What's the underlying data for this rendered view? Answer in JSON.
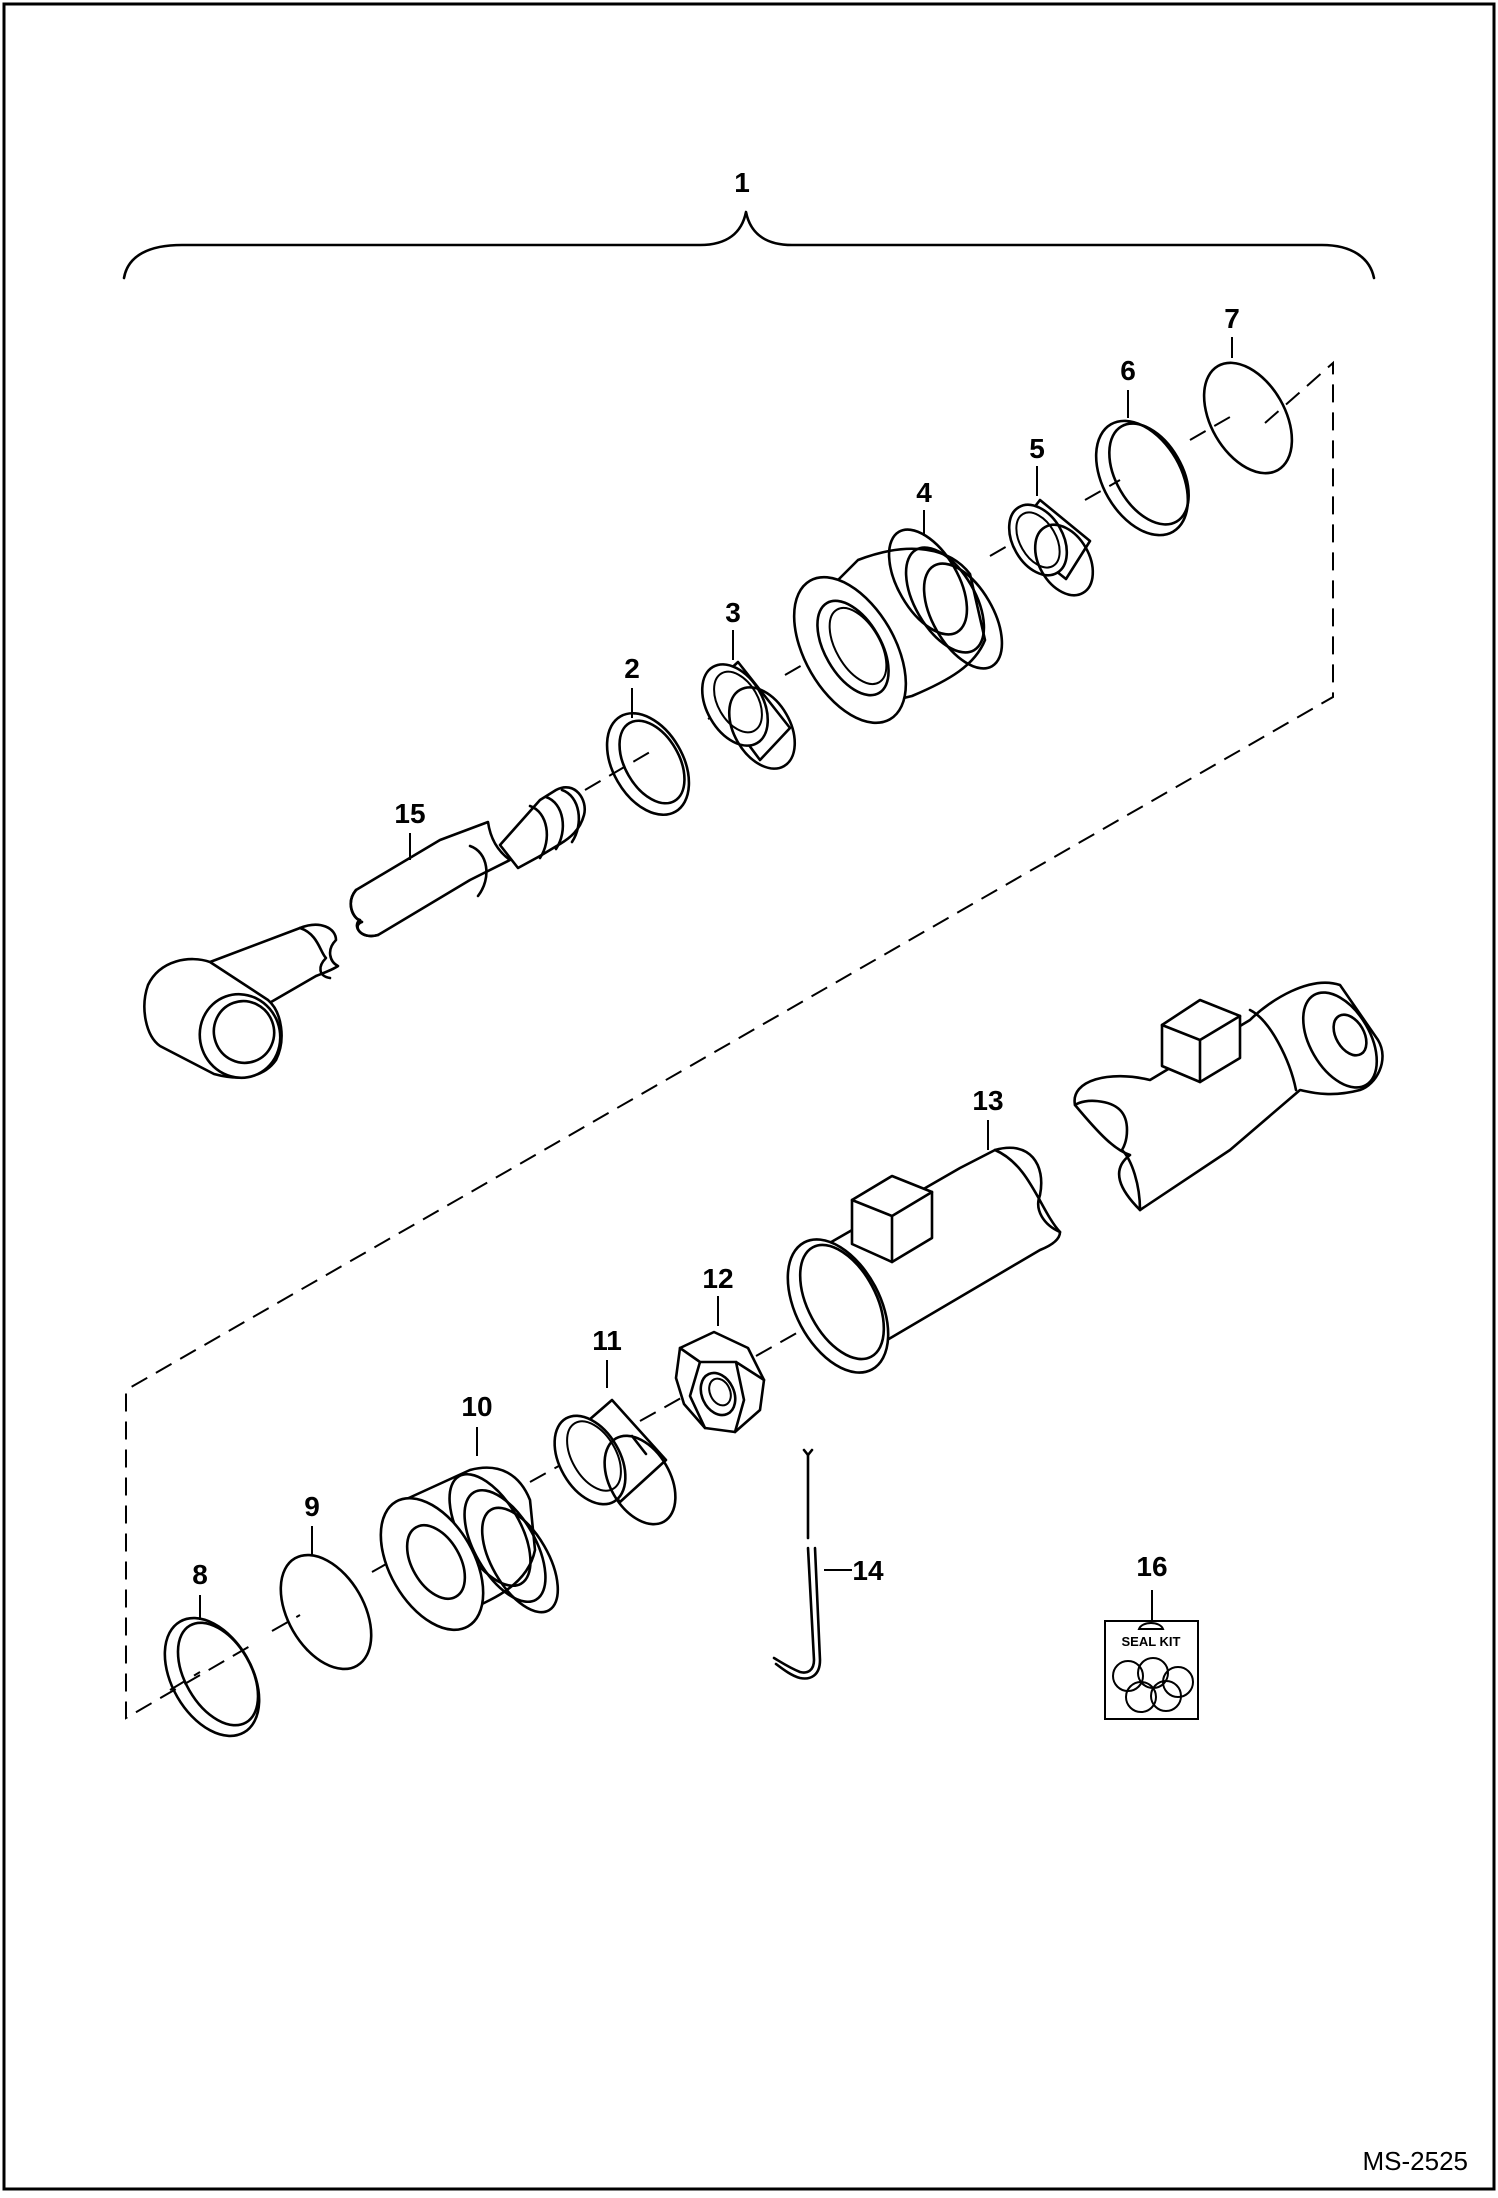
{
  "diagram": {
    "callouts": [
      {
        "id": "1",
        "label": "1"
      },
      {
        "id": "2",
        "label": "2"
      },
      {
        "id": "3",
        "label": "3"
      },
      {
        "id": "4",
        "label": "4"
      },
      {
        "id": "5",
        "label": "5"
      },
      {
        "id": "6",
        "label": "6"
      },
      {
        "id": "7",
        "label": "7"
      },
      {
        "id": "8",
        "label": "8"
      },
      {
        "id": "9",
        "label": "9"
      },
      {
        "id": "10",
        "label": "10"
      },
      {
        "id": "11",
        "label": "11"
      },
      {
        "id": "12",
        "label": "12"
      },
      {
        "id": "13",
        "label": "13"
      },
      {
        "id": "14",
        "label": "14"
      },
      {
        "id": "15",
        "label": "15"
      },
      {
        "id": "16",
        "label": "16"
      }
    ],
    "seal_kit_label": "SEAL KIT",
    "document_id": "MS-2525"
  }
}
